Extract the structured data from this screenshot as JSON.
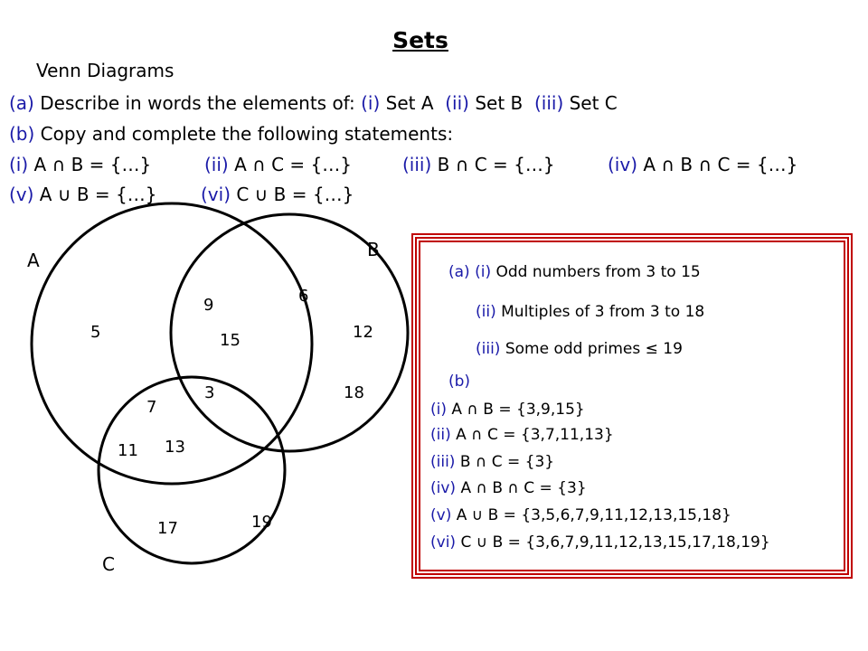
{
  "title": "Sets",
  "subtitle": "Venn Diagrams",
  "questions": {
    "a": {
      "tag": "(a)",
      "text": " Describe in words the elements of: ",
      "i": "(i)",
      "i_text": " Set A ",
      "ii": "(ii)",
      "ii_text": " Set B ",
      "iii": "(iii)",
      "iii_text": " Set C"
    },
    "b": {
      "tag": "(b)",
      "text": " Copy and complete the following statements:"
    },
    "line3": [
      {
        "tag": "(i)",
        "text": " A ∩ B = {…}"
      },
      {
        "tag": "(ii)",
        "text": " A ∩ C = {…}"
      },
      {
        "tag": "(iii)",
        "text": " B ∩ C = {…}"
      },
      {
        "tag": "(iv)",
        "text": " A ∩ B ∩ C = {…}"
      }
    ],
    "line4": [
      {
        "tag": "(v)",
        "text": " A ∪ B = {…}"
      },
      {
        "tag": "(vi)",
        "text": " C ∪ B = {…}"
      }
    ]
  },
  "venn": {
    "labels": {
      "A": "A",
      "B": "B",
      "C": "C"
    },
    "numbers": [
      "5",
      "9",
      "15",
      "6",
      "12",
      "3",
      "18",
      "7",
      "11",
      "13",
      "17",
      "19"
    ]
  },
  "answers": {
    "a_i_tag": "(a) (i)",
    "a_i": " Odd numbers from 3 to 15",
    "a_ii_tag": "(ii)",
    "a_ii": " Multiples of 3 from 3 to 18",
    "a_iii_tag": "(iii)",
    "a_iii": " Some odd primes ≤ 19",
    "b_tag": "(b)",
    "b_items": [
      {
        "tag": "(i)",
        "text": " A ∩ B = {3,9,15}"
      },
      {
        "tag": "(ii)",
        "text": " A ∩ C = {3,7,11,13}"
      },
      {
        "tag": "(iii)",
        "text": " B ∩ C = {3}"
      },
      {
        "tag": "(iv)",
        "text": " A ∩ B ∩ C = {3}"
      },
      {
        "tag": "(v)",
        "text": " A ∪ B = {3,5,6,7,9,11,12,13,15,18}"
      },
      {
        "tag": "(vi)",
        "text": " C ∪ B = {3,6,7,9,11,12,13,15,17,18,19}"
      }
    ]
  },
  "colors": {
    "accent": "#1a1aa8",
    "box_border": "#c00000"
  }
}
